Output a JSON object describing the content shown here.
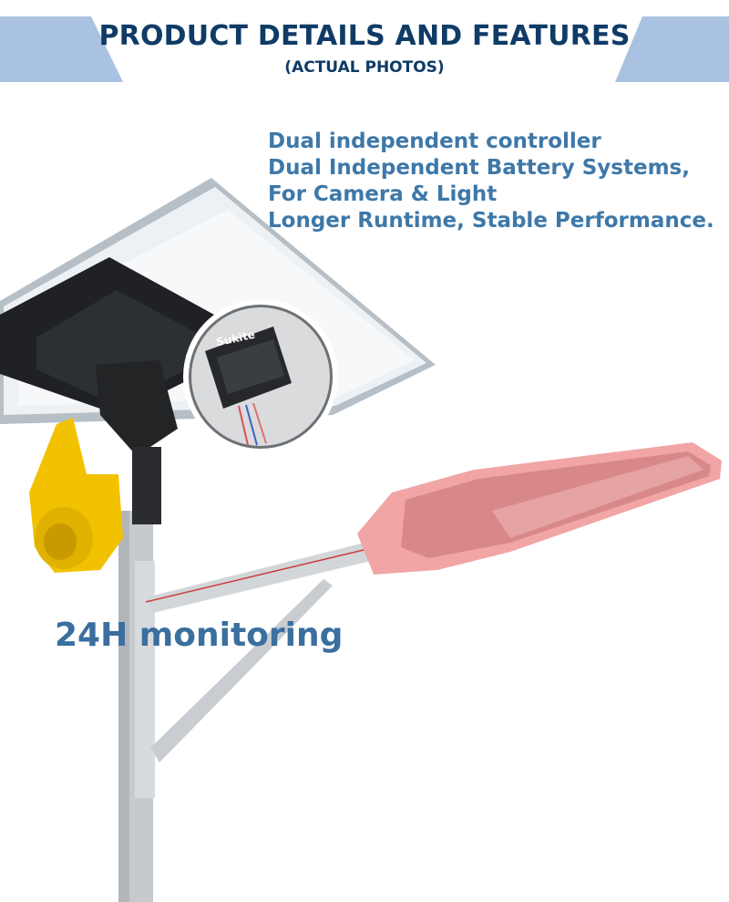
{
  "header": {
    "title": "PRODUCT DETAILS AND FEATURES",
    "subtitle": "(ACTUAL PHOTOS)"
  },
  "features": [
    "Dual independent controller",
    "Dual Independent Battery Systems,",
    "For Camera & Light",
    "Longer Runtime, Stable Performance."
  ],
  "callout": "24H monitoring",
  "controller_brand": "Sukite",
  "colors": {
    "title": "#0f3b66",
    "feature_text": "#3e78a8",
    "ribbon": "#a9c2e1",
    "camera_highlight": "#f2c200",
    "lamp_highlight": "#f1a5a5"
  }
}
